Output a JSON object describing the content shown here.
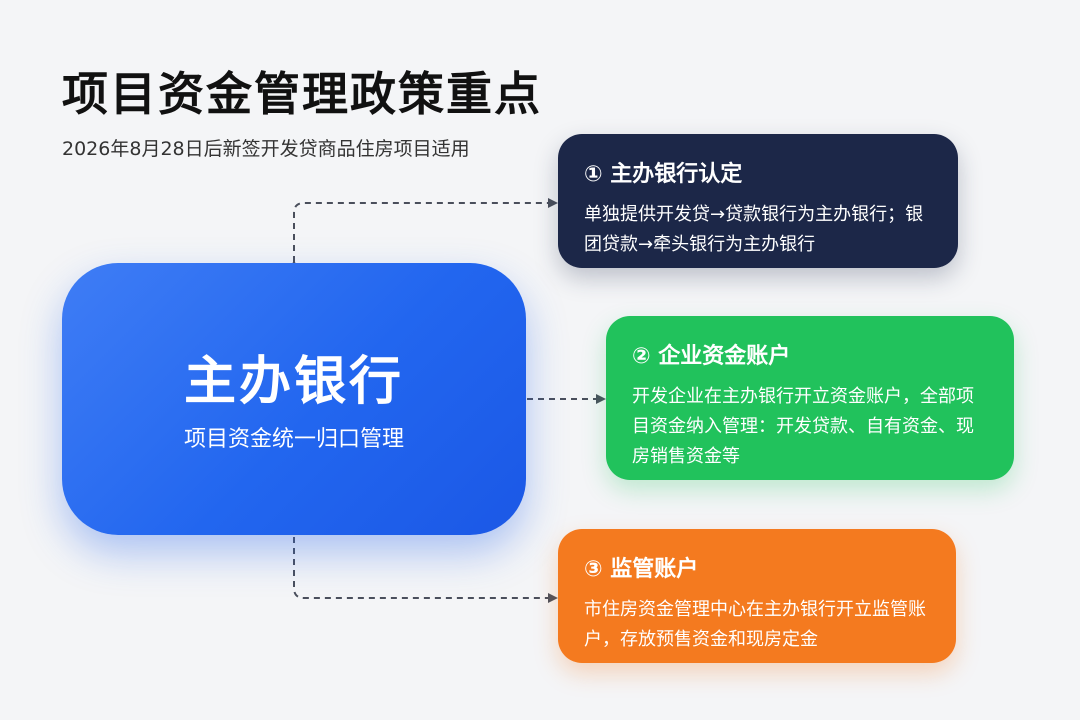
{
  "header": {
    "title": "项目资金管理政策重点",
    "subtitle": "2026年8月28日后新签开发贷商品住房项目适用"
  },
  "center": {
    "title": "主办银行",
    "subtitle": "项目资金统一归口管理",
    "color": "#2266EF"
  },
  "cards": [
    {
      "title": "① 主办银行认定",
      "desc": "单独提供开发贷→贷款银行为主办银行；银团贷款→牵头银行为主办银行",
      "color": "#1C2748"
    },
    {
      "title": "② 企业资金账户",
      "desc": "开发企业在主办银行开立资金账户，全部项目资金纳入管理：开发贷款、自有资金、现房销售资金等",
      "color": "#21C25C"
    },
    {
      "title": "③ 监管账户",
      "desc": "市住房资金管理中心在主办银行开立监管账户，存放预售资金和现房定金",
      "color": "#F47A1F"
    }
  ],
  "connector": {
    "color": "#4A4F5C"
  }
}
